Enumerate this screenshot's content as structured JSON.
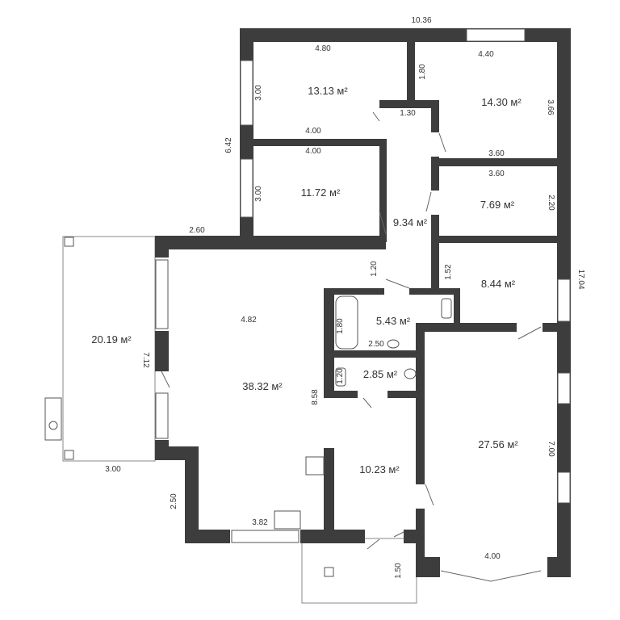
{
  "rooms": [
    {
      "id": "room-top-left",
      "area": "13.13 м²"
    },
    {
      "id": "room-top-right",
      "area": "14.30 м²"
    },
    {
      "id": "room-middle-left",
      "area": "11.72 м²"
    },
    {
      "id": "corridor",
      "area": "9.34 м²"
    },
    {
      "id": "room-middle-right",
      "area": "7.69 м²"
    },
    {
      "id": "terrace",
      "area": "20.19 м²"
    },
    {
      "id": "room-right-small",
      "area": "8.44 м²"
    },
    {
      "id": "bathroom",
      "area": "5.43 м²"
    },
    {
      "id": "wc",
      "area": "2.85 м²"
    },
    {
      "id": "living-room",
      "area": "38.32 м²"
    },
    {
      "id": "hall",
      "area": "10.23 м²"
    },
    {
      "id": "room-large-right",
      "area": "27.56 м²"
    }
  ],
  "dimensions": [
    "10.36",
    "4.80",
    "4.40",
    "1.80",
    "3.00",
    "1.30",
    "3.66",
    "4.00",
    "6.42",
    "4.00",
    "3.60",
    "3.60",
    "3.00",
    "2.20",
    "2.60",
    "1.20",
    "1.52",
    "17.04",
    "4.82",
    "1.80",
    "2.50",
    "7.12",
    "1.20",
    "8.58",
    "7.00",
    "3.00",
    "2.50",
    "3.82",
    "4.00",
    "1.50"
  ],
  "colors": {
    "wall": "#3d3d3d",
    "window": "#ffffff",
    "text": "#333333"
  }
}
